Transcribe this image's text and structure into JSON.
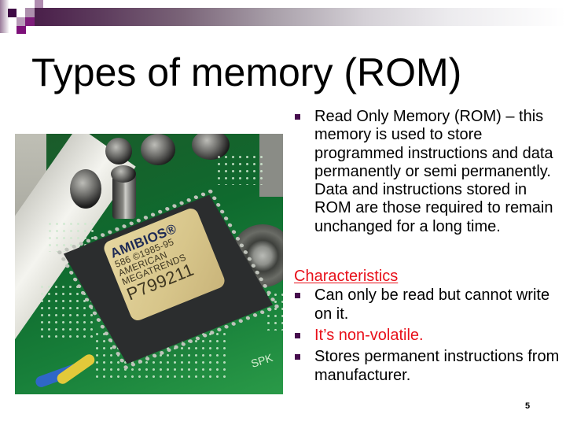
{
  "slide": {
    "title": "Types of memory (ROM)",
    "page_number": "5",
    "colors": {
      "title": "#000000",
      "bullet": "#460d4d",
      "highlight_red": "#e8101a",
      "top_bar_start": "#4a1f4a",
      "top_bar_end": "#ffffff"
    }
  },
  "photo": {
    "description": "Motherboard BIOS chip photo",
    "chip_label": {
      "brand": "AMIBIOS®",
      "line1": "586 ©1985-95",
      "line2": "AMERICAN",
      "line3": "MEGATRENDS",
      "serial": "P799211"
    },
    "board_marking": "SPK"
  },
  "content": {
    "intro_bullet": "Read Only Memory (ROM) – this memory is used to store programmed instructions and data permanently or semi permanently. Data and instructions stored in ROM are those required to remain unchanged for a long time.",
    "characteristics_heading": "Characteristics",
    "characteristics": [
      {
        "text": "Can only be read but cannot write on it.",
        "color": "black"
      },
      {
        "text": "It’s non-volatile.",
        "color": "red"
      },
      {
        "text": "Stores permanent instructions from manufacturer.",
        "color": "black"
      }
    ]
  }
}
